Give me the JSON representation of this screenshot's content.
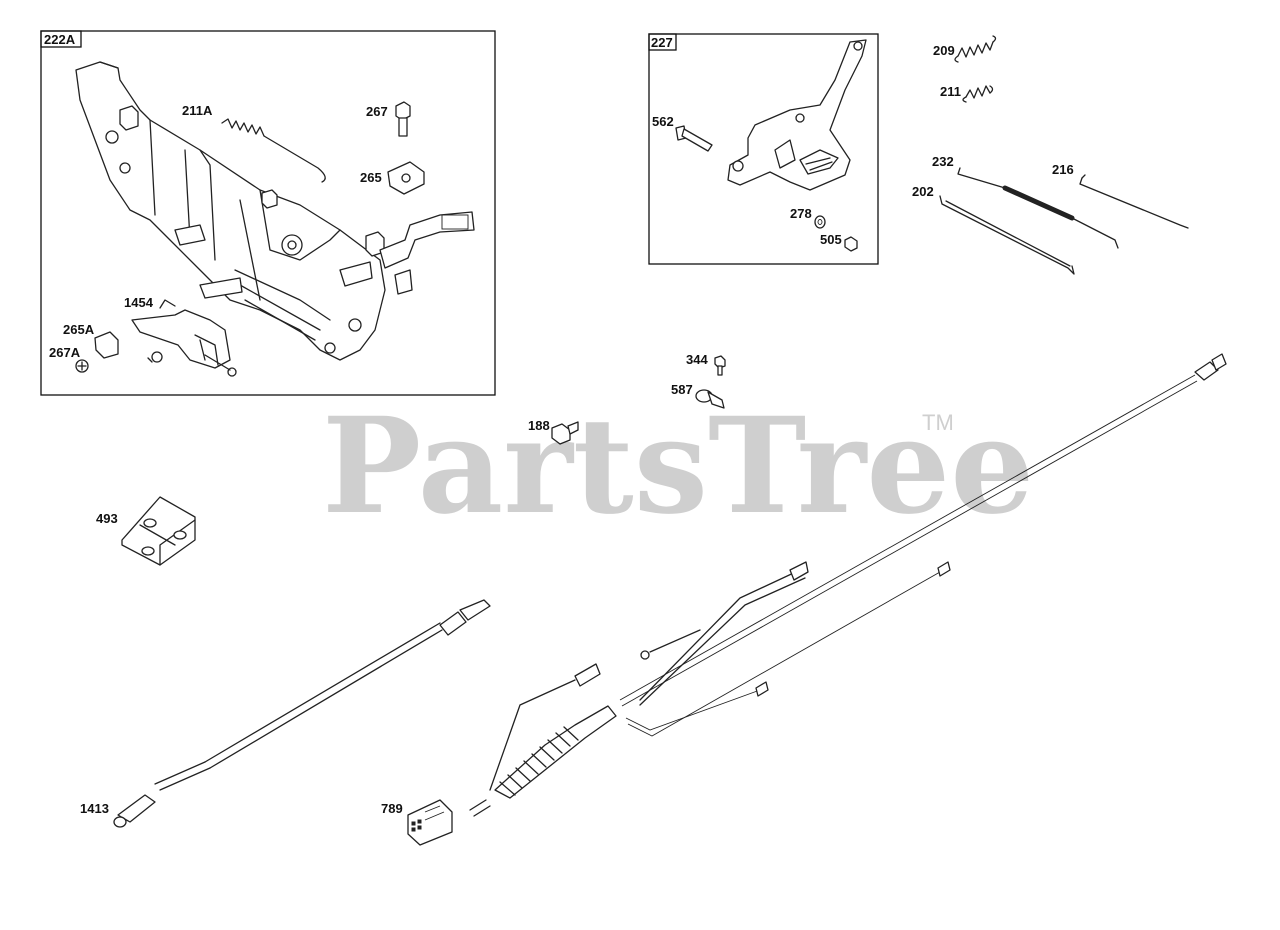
{
  "watermark": {
    "text": "PartsTree",
    "trademark": "TM"
  },
  "groups": [
    {
      "id": "222A"
    },
    {
      "id": "227"
    }
  ],
  "callouts": {
    "c222A": "222A",
    "c211A": "211A",
    "c267": "267",
    "c265": "265",
    "c1454": "1454",
    "c265A": "265A",
    "c267A": "267A",
    "c227": "227",
    "c562": "562",
    "c278": "278",
    "c505": "505",
    "c209": "209",
    "c211": "211",
    "c232": "232",
    "c216": "216",
    "c202": "202",
    "c344": "344",
    "c587": "587",
    "c188": "188",
    "c493": "493",
    "c1413": "1413",
    "c789": "789"
  },
  "colors": {
    "line": "#222222",
    "watermark": "#cfcfcf",
    "background": "#ffffff"
  }
}
